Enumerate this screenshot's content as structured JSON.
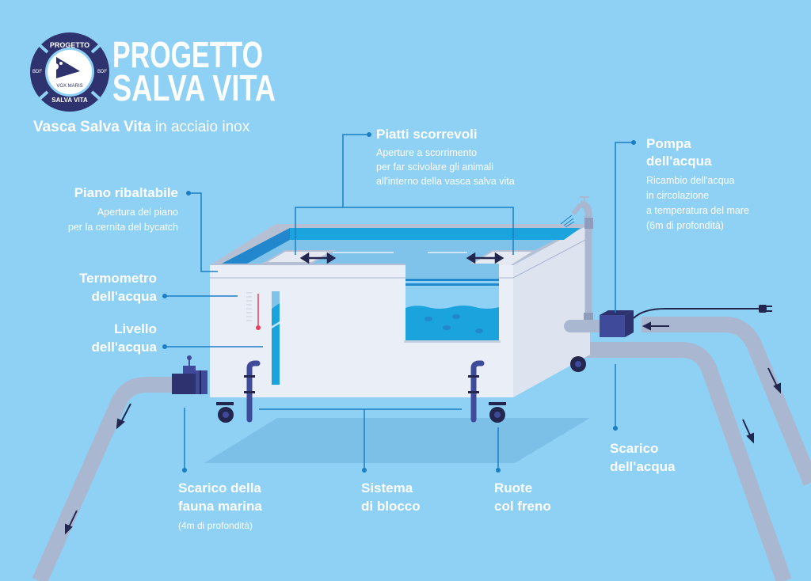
{
  "logo": {
    "top_text": "PROGETTO",
    "bottom_text": "SALVA VITA",
    "left_text": "BDF",
    "right_text": "BDF",
    "center_text": "VOX MARIS"
  },
  "header": {
    "title_line1": "PROGETTO",
    "title_line2": "SALVA VITA",
    "subtitle_bold": "Vasca Salva Vita",
    "subtitle_rest": " in acciaio inox"
  },
  "labels": {
    "piatti": {
      "title": "Piatti scorrevoli",
      "desc": [
        "Aperture a scorrimento",
        "per far scivolare gli animali",
        "all'interno della vasca salva vita"
      ]
    },
    "pompa": {
      "title": [
        "Pompa",
        "dell'acqua"
      ],
      "desc": [
        "Ricambio dell'acqua",
        "in circolazione",
        "a temperatura del mare",
        "(6m di profondità)"
      ]
    },
    "piano": {
      "title": "Piano ribaltabile",
      "desc": [
        "Apertura del piano",
        "per la cernita del bycatch"
      ]
    },
    "termometro": {
      "title": [
        "Termometro",
        "dell'acqua"
      ]
    },
    "livello": {
      "title": [
        "Livello",
        "dell'acqua"
      ]
    },
    "scarico_fauna": {
      "title": [
        "Scarico della",
        "fauna marina"
      ],
      "desc": "(4m di profondità)"
    },
    "sistema": {
      "title": [
        "Sistema",
        "di blocco"
      ]
    },
    "ruote": {
      "title": [
        "Ruote",
        "col freno"
      ]
    },
    "scarico_acqua": {
      "title": [
        "Scarico",
        "dell'acqua"
      ]
    }
  },
  "colors": {
    "background": "#8ed1f4",
    "navy": "#2e3370",
    "water": "#1aa3dc",
    "pipe": "#aab7d0",
    "tank": "#e9eef7",
    "leader": "#1a7fc4",
    "thermometer": "#e8405a"
  }
}
